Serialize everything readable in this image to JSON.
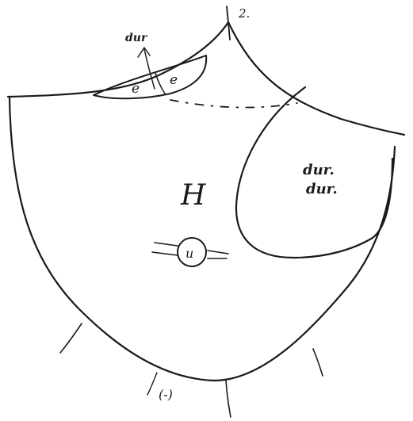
{
  "labels": {
    "top_mark": "2.",
    "top_left_arrow_note": "dur",
    "small_region_1": "e",
    "small_region_2": "e",
    "big_region": "H",
    "right_region_line1": "dur.",
    "right_region_line2": "dur.",
    "pipe_center": "u",
    "bottom_mark": "(-)"
  }
}
